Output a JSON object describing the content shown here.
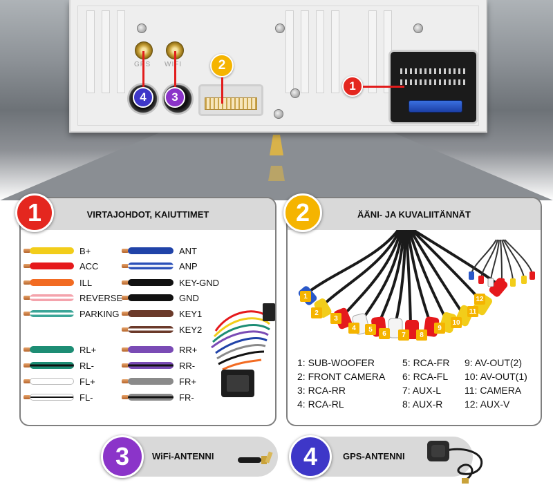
{
  "colors": {
    "badge1": "#e4271f",
    "badge2": "#f5b400",
    "badge3": "#8b34c9",
    "badge4": "#3e37c8",
    "panel_header": "#d9d9d9",
    "pointer": "#e21c1c"
  },
  "head_unit": {
    "jack_labels": [
      "GPS",
      "WIFI"
    ],
    "badges": [
      "1",
      "2",
      "3",
      "4"
    ]
  },
  "panel1": {
    "badge": "1",
    "title": "VIRTAJOHDOT, KAIUTTIMET",
    "left_wires": [
      {
        "label": "B+",
        "color": "#f2cd1a",
        "stripe": ""
      },
      {
        "label": "ACC",
        "color": "#e5191c",
        "stripe": ""
      },
      {
        "label": "ILL",
        "color": "#f26b22",
        "stripe": ""
      },
      {
        "label": "REVERSE",
        "color": "#f4a3ac",
        "stripe": "#ffffff"
      },
      {
        "label": "PARKING",
        "color": "#3ba597",
        "stripe": "#ffffff"
      },
      {
        "label": "RL+",
        "color": "#1d8d74",
        "stripe": ""
      },
      {
        "label": "RL-",
        "color": "#1d8d74",
        "stripe": "#111111"
      },
      {
        "label": "FL+",
        "color": "#ffffff",
        "stripe": ""
      },
      {
        "label": "FL-",
        "color": "#ffffff",
        "stripe": "#111111"
      }
    ],
    "right_wires": [
      {
        "label": "ANT",
        "color": "#2043a8",
        "stripe": ""
      },
      {
        "label": "ANP",
        "color": "#2b50b8",
        "stripe": "#ffffff"
      },
      {
        "label": "KEY-GND",
        "color": "#111111",
        "stripe": ""
      },
      {
        "label": "GND",
        "color": "#111111",
        "stripe": ""
      },
      {
        "label": "KEY1",
        "color": "#6b3a2a",
        "stripe": ""
      },
      {
        "label": "KEY2",
        "color": "#6b3a2a",
        "stripe": "#ffffff"
      },
      {
        "label": "RR+",
        "color": "#7a4bb5",
        "stripe": ""
      },
      {
        "label": "RR-",
        "color": "#7a4bb5",
        "stripe": "#111111"
      },
      {
        "label": "FR+",
        "color": "#8a8a8a",
        "stripe": ""
      },
      {
        "label": "FR-",
        "color": "#8a8a8a",
        "stripe": "#111111"
      }
    ]
  },
  "panel2": {
    "badge": "2",
    "title": "ÄÄNI- JA KUVALIITÄNNÄT",
    "cable_tags": [
      "1",
      "2",
      "3",
      "4",
      "5",
      "6",
      "7",
      "8",
      "9",
      "10",
      "11",
      "12"
    ],
    "legend": [
      "1: SUB-WOOFER",
      "2: FRONT CAMERA",
      "3: RCA-RR",
      "4: RCA-RL",
      "5: RCA-FR",
      "6: RCA-FL",
      "7: AUX-L",
      "8: AUX-R",
      "9: AV-OUT(2)",
      "10: AV-OUT(1)",
      "11: CAMERA",
      "12: AUX-V"
    ]
  },
  "panel3": {
    "badge": "3",
    "title": "WiFi-ANTENNI"
  },
  "panel4": {
    "badge": "4",
    "title": "GPS-ANTENNI"
  }
}
